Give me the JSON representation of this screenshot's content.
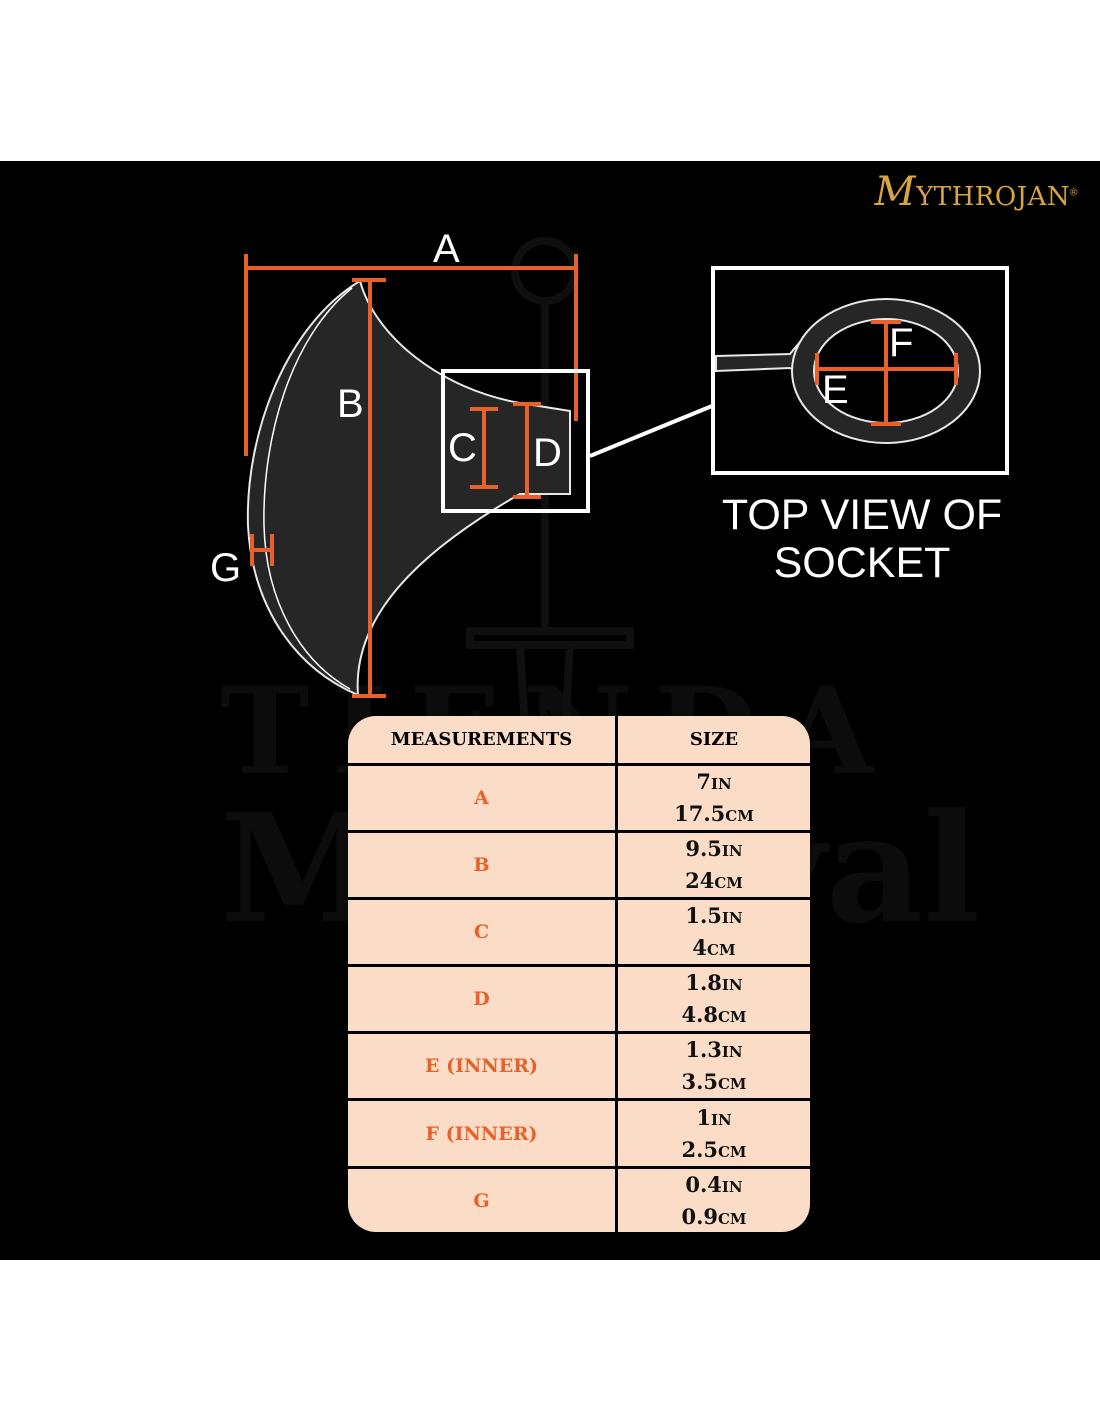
{
  "brand": {
    "initial": "M",
    "rest": "YTHROJAN",
    "registered": "®"
  },
  "watermark": {
    "line1": "TIENDA",
    "line2": "Medieval"
  },
  "labels": {
    "a": "A",
    "b": "B",
    "c": "C",
    "d": "D",
    "e": "E",
    "f": "F",
    "g": "G"
  },
  "socket_caption": {
    "line1": "TOP VIEW OF",
    "line2": "SOCKET"
  },
  "table": {
    "headers": [
      "MEASUREMENTS",
      "SIZE"
    ],
    "rows": [
      {
        "name": "A",
        "inches": "7in",
        "cm": "17.5cm"
      },
      {
        "name": "B",
        "inches": "9.5in",
        "cm": "24cm"
      },
      {
        "name": "C",
        "inches": "1.5in",
        "cm": "4cm"
      },
      {
        "name": "D",
        "inches": "1.8in",
        "cm": "4.8cm"
      },
      {
        "name": "E (INNER)",
        "inches": "1.3in",
        "cm": "3.5cm"
      },
      {
        "name": "F (INNER)",
        "inches": "1in",
        "cm": "2.5cm"
      },
      {
        "name": "G",
        "inches": "0.4in",
        "cm": "0.9cm"
      }
    ]
  },
  "colors": {
    "accent": "#e8612a",
    "table_bg": "#fbdcc6",
    "brand_gold": "#d8a63c",
    "background": "#000000"
  }
}
